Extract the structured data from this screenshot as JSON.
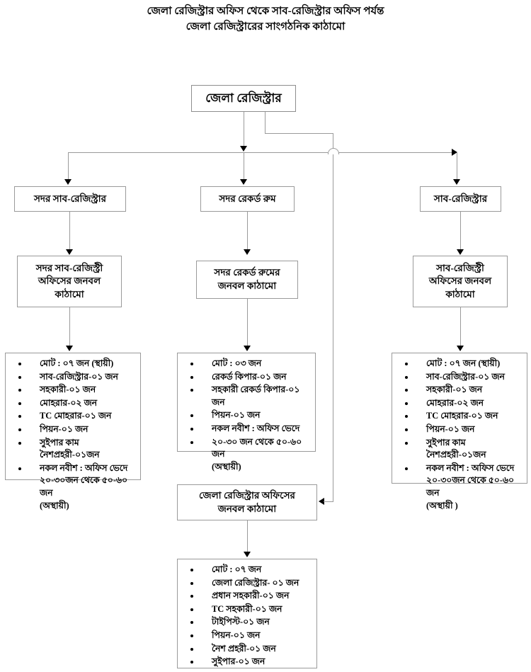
{
  "title": {
    "line1": "জেলা রেজিস্ট্রার অফিস থেকে সাব-রেজিস্ট্রার অফিস পর্যন্ত",
    "line2": "জেলা রেজিস্ট্রারের সাংগঠনিক কাঠামো"
  },
  "nodes": {
    "root": "জেলা রেজিস্ট্রার",
    "sadar_sub_registrar": "সদর সাব-রেজিস্ট্রার",
    "sadar_record_room": "সদর রেকর্ড রুম",
    "sub_registrar": "সাব-রেজিস্ট্রার",
    "sadar_sub_registry_manpower_l1": "সদর সাব-রেজিস্ট্রী",
    "sadar_sub_registry_manpower_l2": "অফিসের জনবল",
    "sadar_sub_registry_manpower_l3": "কাঠামো",
    "sadar_record_room_manpower_l1": "সদর রেকর্ড রুমের",
    "sadar_record_room_manpower_l2": "জনবল কাঠামো",
    "sub_registry_manpower_l1": "সাব-রেজিস্ট্রী",
    "sub_registry_manpower_l2": "অফিসের জনবল",
    "sub_registry_manpower_l3": "কাঠামো",
    "district_registrar_manpower_l1": "জেলা রেজিস্ট্রার অফিসের",
    "district_registrar_manpower_l2": "জনবল কাঠামো"
  },
  "lists": {
    "sadar_sub_registry": [
      {
        "text": "মোট : ০৭ জন (স্থায়ী)"
      },
      {
        "text": "সাব-রেজিস্ট্রার-০১ জন"
      },
      {
        "text": "সহকারী-০১ জন"
      },
      {
        "text": "মোহরার-০২ জন"
      },
      {
        "text": "TC মোহরার-০১ জন"
      },
      {
        "text": "পিয়ন-০১ জন"
      },
      {
        "text": "সুইপার কাম নৈশপ্রহরী-০১জন"
      },
      {
        "text": "নকল নবীশ : অফিস ভেদে",
        "cont1": "২০-৩০জন থেকে ৫০-৬০ জন",
        "cont2": "(অস্থায়ী)"
      }
    ],
    "sadar_record_room": [
      {
        "text": "মোট : ০৩ জন"
      },
      {
        "text": "রেকর্ড কিপার-০১ জন"
      },
      {
        "text": "সহকারী রেকর্ড কিপার-০১ জন"
      },
      {
        "text": "পিয়ন-০১ জন"
      },
      {
        "text": "নকল নবীশ : অফিস ভেদে"
      },
      {
        "text": "২০-৩০ জন থেকে ৫০-৬০ জন",
        "cont1": "(অস্থায়ী)"
      }
    ],
    "sub_registry": [
      {
        "text": "মোট : ০৭ জন (স্থায়ী)"
      },
      {
        "text": "সাব-রেজিস্ট্রার-০১ জন"
      },
      {
        "text": "সহকারী-০১ জন"
      },
      {
        "text": "মোহরার-০২ জন"
      },
      {
        "text": "TC মোহরার-০১ জন"
      },
      {
        "text": "পিয়ন-০১ জন"
      },
      {
        "text": "সুইপার কাম নৈশপ্রহরী-০১জন"
      },
      {
        "text": "নকল নবীশ : অফিস ভেদে",
        "cont1": "২০-৩০জন থেকে ৫০-৬০ জন",
        "cont2": "(অস্থায়ী )"
      }
    ],
    "district_registrar": [
      {
        "text": "মোট : ০৭ জন"
      },
      {
        "text": "জেলা রেজিস্ট্রার- ০১ জন"
      },
      {
        "text": "প্রধান সহকারী-০১ জন"
      },
      {
        "text": "TC সহকারী-০১ জন"
      },
      {
        "text": "টাইপিস্ট-০১ জন"
      },
      {
        "text": "পিয়ন-০১ জন"
      },
      {
        "text": "নৈশ প্রহরী-০১ জন"
      },
      {
        "text": "সুইপার-০১ জন"
      }
    ]
  },
  "colors": {
    "line": "#9a9a9a",
    "arrow": "#000000",
    "box_border": "#9a9a9a",
    "background": "#ffffff",
    "text": "#000000"
  }
}
